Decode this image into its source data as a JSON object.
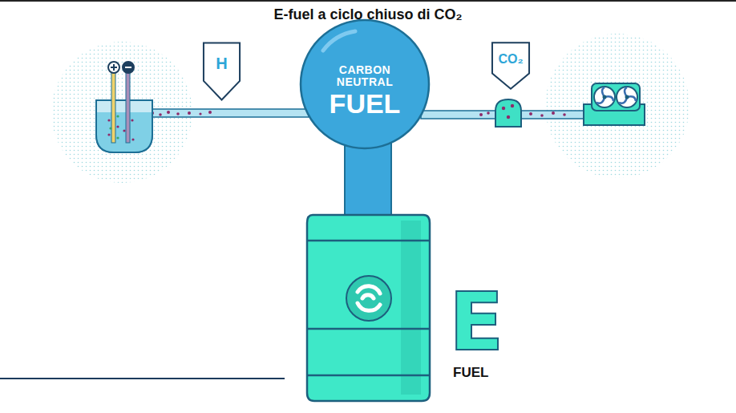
{
  "diagram": {
    "title": "E-fuel a ciclo chiuso di CO₂",
    "nodes": [
      {
        "text": [
          "H"
        ]
      },
      {
        "text": [
          "CARBON NEUTRAL",
          "FUEL"
        ]
      },
      {
        "text": [
          "CO₂"
        ]
      }
    ],
    "labels": [
      "E",
      "FUEL"
    ]
  }
}
